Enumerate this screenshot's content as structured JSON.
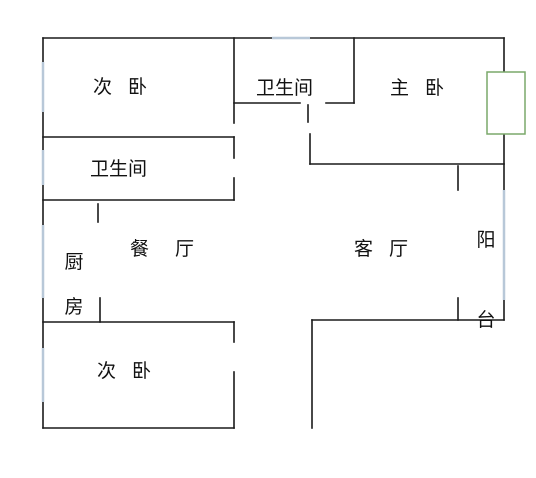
{
  "rooms": {
    "bedroom_2_top": "次卧",
    "bathroom_top": "卫生间",
    "master_bedroom": "主卧",
    "bathroom_left": "卫生间",
    "dining_living": "餐厅",
    "kitchen": "厨房",
    "living_room": "客厅",
    "balcony": "阳台",
    "bedroom_2_bottom": "次卧"
  },
  "colors": {
    "wall": "#1a1a1a",
    "window": "#b8c8d8",
    "fixture": "#7aa86a",
    "fixture_fill": "#ffffff"
  }
}
